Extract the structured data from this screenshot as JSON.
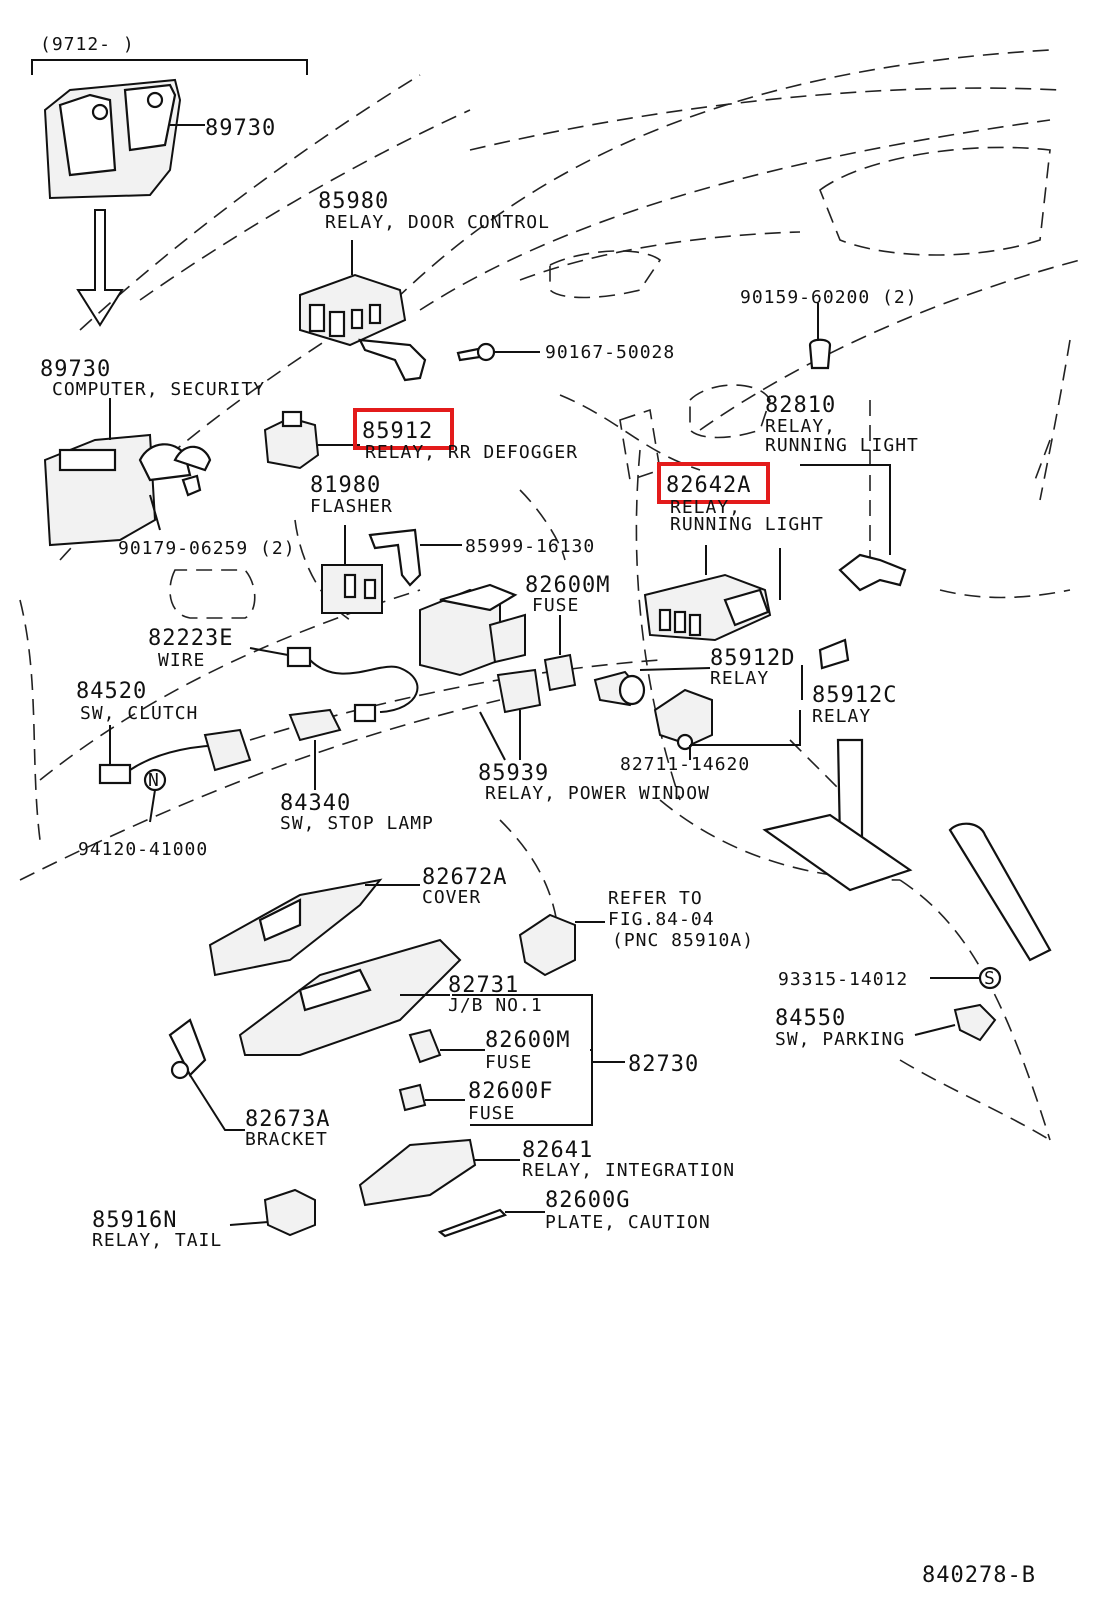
{
  "diagram": {
    "top_range": "(9712-      )",
    "figure_id": "840278-B",
    "highlight_color": "#e31b1b",
    "parts": {
      "p89730_top": {
        "number": "89730"
      },
      "p85980": {
        "number": "85980",
        "desc": "RELAY, DOOR CONTROL"
      },
      "p90159": {
        "number": "90159-60200 (2)"
      },
      "p90167": {
        "number": "90167-50028"
      },
      "p89730": {
        "number": "89730",
        "desc": "COMPUTER, SECURITY"
      },
      "p85912": {
        "number": "85912",
        "desc": "RELAY, RR DEFOGGER"
      },
      "p82810": {
        "number": "82810",
        "desc1": "RELAY,",
        "desc2": "RUNNING LIGHT"
      },
      "p82642A": {
        "number": "82642A",
        "desc1": "RELAY,",
        "desc2": "RUNNING LIGHT"
      },
      "p81980": {
        "number": "81980",
        "desc": "FLASHER"
      },
      "p90179": {
        "number": "90179-06259 (2)"
      },
      "p85999": {
        "number": "85999-16130"
      },
      "p82600M_top": {
        "number": "82600M",
        "desc": "FUSE"
      },
      "p82223E": {
        "number": "82223E",
        "desc": "WIRE"
      },
      "p85912D": {
        "number": "85912D",
        "desc": "RELAY"
      },
      "p85912C": {
        "number": "85912C",
        "desc": "RELAY"
      },
      "p84520": {
        "number": "84520",
        "desc": "SW, CLUTCH"
      },
      "p82711": {
        "number": "82711-14620"
      },
      "p85939": {
        "number": "85939",
        "desc": "RELAY, POWER WINDOW"
      },
      "p84340": {
        "number": "84340",
        "desc": "SW, STOP LAMP"
      },
      "p94120": {
        "number": "94120-41000"
      },
      "p82672A": {
        "number": "82672A",
        "desc": "COVER"
      },
      "refer": {
        "line1": "REFER TO",
        "line2": "FIG.84-04",
        "line3": "(PNC 85910A)"
      },
      "p82731": {
        "number": "82731",
        "desc": "J/B NO.1"
      },
      "p93315": {
        "number": "93315-14012"
      },
      "p84550": {
        "number": "84550",
        "desc": "SW, PARKING"
      },
      "p82600M": {
        "number": "82600M",
        "desc": "FUSE"
      },
      "p82730": {
        "number": "82730"
      },
      "p82600F": {
        "number": "82600F",
        "desc": "FUSE"
      },
      "p82673A": {
        "number": "82673A",
        "desc": "BRACKET"
      },
      "p82641": {
        "number": "82641",
        "desc": "RELAY, INTEGRATION"
      },
      "p82600G": {
        "number": "82600G",
        "desc": "PLATE, CAUTION"
      },
      "p85916N": {
        "number": "85916N",
        "desc": "RELAY, TAIL"
      }
    },
    "symbols": {
      "n": "N",
      "s": "S"
    }
  }
}
